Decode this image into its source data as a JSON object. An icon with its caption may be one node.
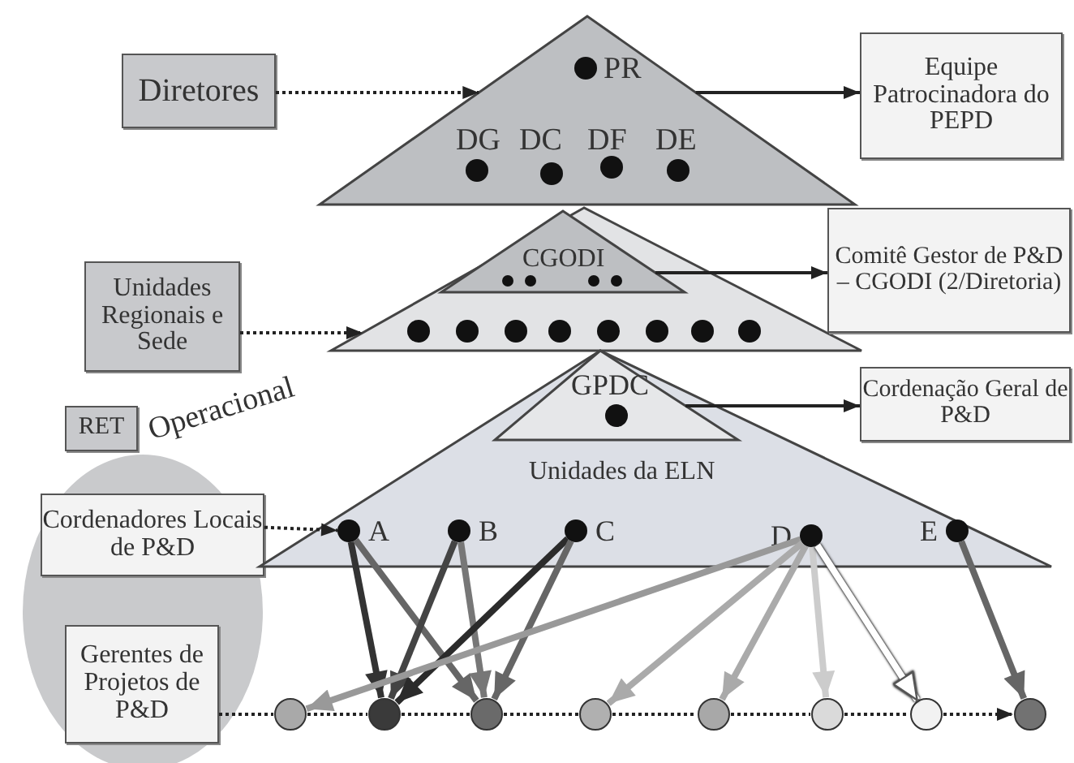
{
  "diagram": {
    "nodes": [
      {
        "text": [
          "Diretores"
        ]
      },
      {
        "text": [
          "PR",
          "DG",
          "DC",
          "DF",
          "DE"
        ]
      },
      {
        "text": [
          "Equipe Patrocinadora do PEPD"
        ]
      },
      {
        "text": [],
        "shape": "triangle"
      },
      {
        "text": [
          "CGODI"
        ],
        "in": 3
      },
      {
        "text": [
          "Unidades Regionais e Sede"
        ]
      },
      {
        "text": [
          "Comitê Gestor de P&D – CGODI (2/Diretoria)"
        ]
      },
      {
        "text": [
          "Operacional"
        ]
      },
      {
        "text": [
          "RET"
        ]
      },
      {
        "text": [
          "Unidades da ELN"
        ]
      },
      {
        "text": [
          "GPDC"
        ],
        "in": 9
      },
      {
        "text": [
          "Cordenação Geral de P&D"
        ]
      },
      {
        "text": [
          "Cordenadores Locais de P&D"
        ],
        "in": 7
      },
      {
        "text": [
          "A"
        ],
        "in": 9
      },
      {
        "text": [
          "B"
        ],
        "in": 9
      },
      {
        "text": [
          "C"
        ],
        "in": 9
      },
      {
        "text": [
          "D"
        ],
        "in": 9
      },
      {
        "text": [
          "E"
        ],
        "in": 9
      },
      {
        "text": [
          "Gerentes de Projetos de P&D"
        ],
        "in": 7
      },
      {
        "text": [],
        "shape": "circle"
      },
      {
        "text": [],
        "shape": "circle"
      },
      {
        "text": [],
        "shape": "circle"
      },
      {
        "text": [],
        "shape": "circle"
      },
      {
        "text": [],
        "shape": "circle"
      },
      {
        "text": [],
        "shape": "circle"
      },
      {
        "text": [],
        "shape": "circle"
      },
      {
        "text": [],
        "shape": "circle"
      }
    ],
    "edges": [
      {
        "from": 0,
        "to": 1,
        "arrow": "to",
        "style": "dashed"
      },
      {
        "from": 1,
        "to": 2,
        "arrow": "to"
      },
      {
        "from": 4,
        "to": 6,
        "arrow": "to"
      },
      {
        "from": 5,
        "to": 3,
        "arrow": "to",
        "style": "dashed"
      },
      {
        "from": 10,
        "to": 11,
        "arrow": "to"
      },
      {
        "from": 12,
        "to": 13,
        "arrow": "to",
        "style": "dashed"
      },
      {
        "from": 18,
        "to": 19,
        "arrow": "none",
        "style": "dashed"
      },
      {
        "from": 19,
        "to": 20,
        "arrow": "none",
        "style": "dashed"
      },
      {
        "from": 20,
        "to": 21,
        "arrow": "none",
        "style": "dashed"
      },
      {
        "from": 21,
        "to": 22,
        "arrow": "none",
        "style": "dashed"
      },
      {
        "from": 22,
        "to": 23,
        "arrow": "none",
        "style": "dashed"
      },
      {
        "from": 23,
        "to": 24,
        "arrow": "none",
        "style": "dashed"
      },
      {
        "from": 24,
        "to": 25,
        "arrow": "none",
        "style": "dashed"
      },
      {
        "from": 25,
        "to": 26,
        "arrow": "to",
        "style": "dashed"
      },
      {
        "from": 13,
        "to": 20,
        "arrow": "to",
        "style": "thick",
        "color": "#333333"
      },
      {
        "from": 13,
        "to": 21,
        "arrow": "to",
        "style": "thick",
        "color": "#666666"
      },
      {
        "from": 14,
        "to": 20,
        "arrow": "to",
        "style": "thick",
        "color": "#444444"
      },
      {
        "from": 14,
        "to": 21,
        "arrow": "to",
        "style": "thick",
        "color": "#777777"
      },
      {
        "from": 15,
        "to": 20,
        "arrow": "to",
        "style": "thick",
        "color": "#2b2b2b"
      },
      {
        "from": 15,
        "to": 21,
        "arrow": "to",
        "style": "thick",
        "color": "#666666"
      },
      {
        "from": 16,
        "to": 19,
        "arrow": "to",
        "style": "thick",
        "color": "#999999"
      },
      {
        "from": 16,
        "to": 22,
        "arrow": "to",
        "style": "thick",
        "color": "#aaaaaa"
      },
      {
        "from": 16,
        "to": 23,
        "arrow": "to",
        "style": "thick",
        "color": "#aaaaaa"
      },
      {
        "from": 16,
        "to": 24,
        "arrow": "to",
        "style": "thick",
        "color": "#cccccc"
      },
      {
        "from": 16,
        "to": 25,
        "arrow": "to",
        "style": "thick",
        "color": "#ffffff"
      },
      {
        "from": 17,
        "to": 26,
        "arrow": "to",
        "style": "thick",
        "color": "#666666"
      }
    ]
  }
}
